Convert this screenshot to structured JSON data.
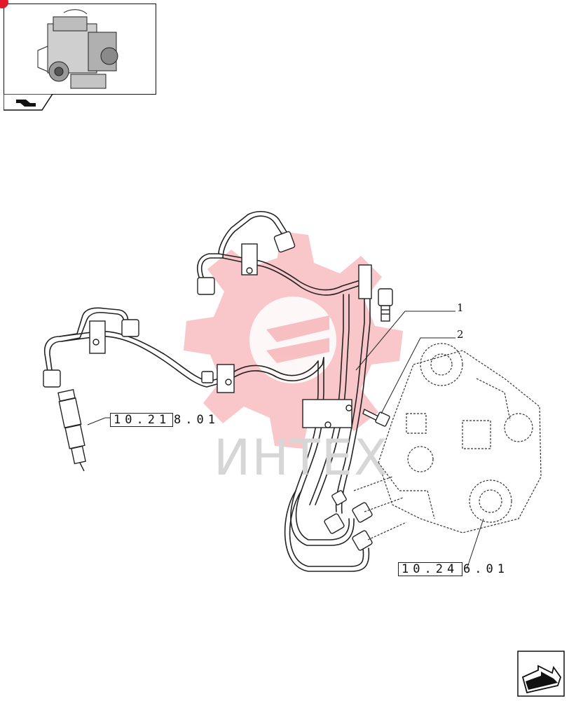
{
  "thumbnail": {
    "icon": "engine-icon"
  },
  "tab": {
    "icon": "page-tab-arrow-icon"
  },
  "watermark": {
    "text": "ИНТЕХ",
    "color": "#e8323c"
  },
  "references": [
    {
      "code_box": "10.21",
      "code_tail": "8.01"
    },
    {
      "code_box": "10.24",
      "code_tail": "6.01"
    }
  ],
  "callouts": [
    {
      "number": "1"
    },
    {
      "number": "2"
    }
  ],
  "navigation": {
    "next_icon": "next-page-arrow-icon"
  }
}
